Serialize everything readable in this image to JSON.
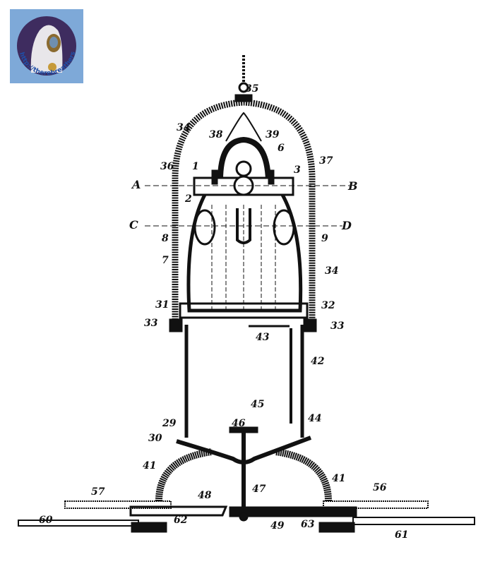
{
  "logo": {
    "text": "http://therebreathersite.nl",
    "background": "#7ea9d8",
    "circle": "#3e2c5f"
  },
  "labels": {
    "l35": "35",
    "l34a": "34",
    "l38": "38",
    "l39": "39",
    "l6": "6",
    "l37": "37",
    "l36": "36",
    "l1": "1",
    "l3": "3",
    "lA": "A",
    "lB": "B",
    "l2": "2",
    "lC": "C",
    "lD": "D",
    "l8": "8",
    "l9": "9",
    "l7": "7",
    "l34b": "34",
    "l31": "31",
    "l32": "32",
    "l33a": "33",
    "l33b": "33",
    "l43": "43",
    "l42": "42",
    "l45": "45",
    "l44": "44",
    "l46": "46",
    "l29": "29",
    "l30": "30",
    "l41a": "41",
    "l41b": "41",
    "l57": "57",
    "l56": "56",
    "l48": "48",
    "l47": "47",
    "l60": "60",
    "l62": "62",
    "l49": "49",
    "l63": "63",
    "l61": "61"
  }
}
